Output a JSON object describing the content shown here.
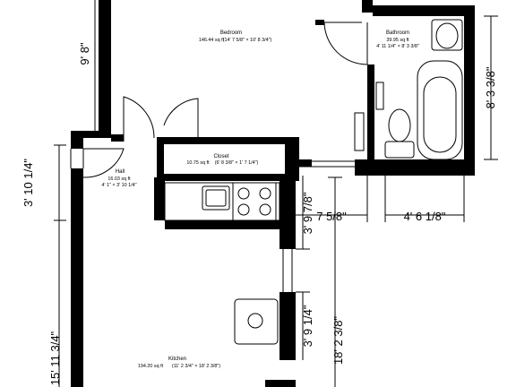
{
  "rooms": {
    "bedroom": {
      "name": "Bedroom",
      "area": "146.44 sq ft",
      "dims": "(14' 7 5/8\" × 10' 8 3/4\")"
    },
    "bathroom": {
      "name": "Bathroom",
      "area": "39.95 sq ft",
      "dims": "4' 11 1/4\" × 8' 3 3/8\""
    },
    "closet": {
      "name": "Closet",
      "area": "10.75 sq ft",
      "dims": "(6' 8 3/8\" × 1' 7 1/4\")"
    },
    "hall": {
      "name": "Hall",
      "area": "16.03 sq ft",
      "dims": "4' 1\" × 3' 10 1/4\""
    },
    "kitchen": {
      "name": "Kitchen",
      "area": "194.20 sq ft",
      "dims": "(11' 2 3/4\" × 18' 2 3/8\")"
    }
  },
  "dimensions": {
    "bedroom_left": "9' 8\"",
    "hall_left": "3' 10 1/4\"",
    "kitchen_left": "15' 11 3/4\"",
    "bath_right": "8' 3 3/8\"",
    "bath_bottom": "4' 6 1/8\"",
    "passage": "7 5/8\"",
    "wall_seg_top": "3' 9 7/8\"",
    "wall_seg_mid": "3' 9 1/4\"",
    "kitchen_right": "18' 2 3/8\""
  }
}
